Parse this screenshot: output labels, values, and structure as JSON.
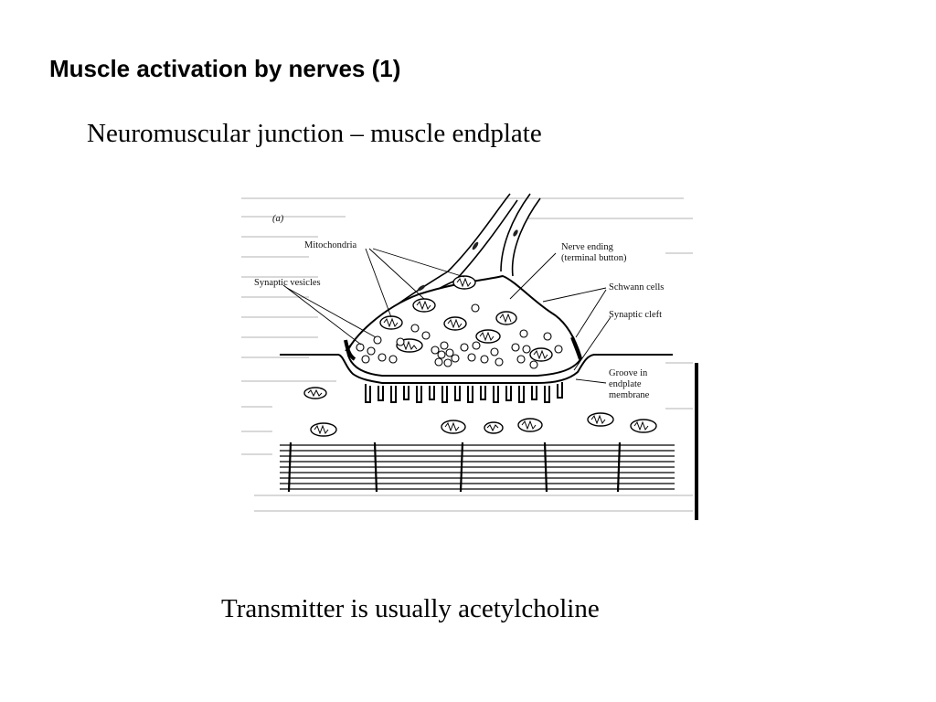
{
  "slide": {
    "title": "Muscle activation by nerves (1)",
    "subtitle": "Neuromuscular junction – muscle endplate",
    "caption": "Transmitter is usually acetylcholine"
  },
  "figure": {
    "panel_label": "(a)",
    "labels": {
      "mitochondria": "Mitochondria",
      "synaptic_vesicles": "Synaptic vesicles",
      "nerve_ending_1": "Nerve ending",
      "nerve_ending_2": "(terminal button)",
      "schwann_cells": "Schwann cells",
      "synaptic_cleft": "Synaptic cleft",
      "groove_1": "Groove in",
      "groove_2": "endplate",
      "groove_3": "membrane"
    }
  }
}
